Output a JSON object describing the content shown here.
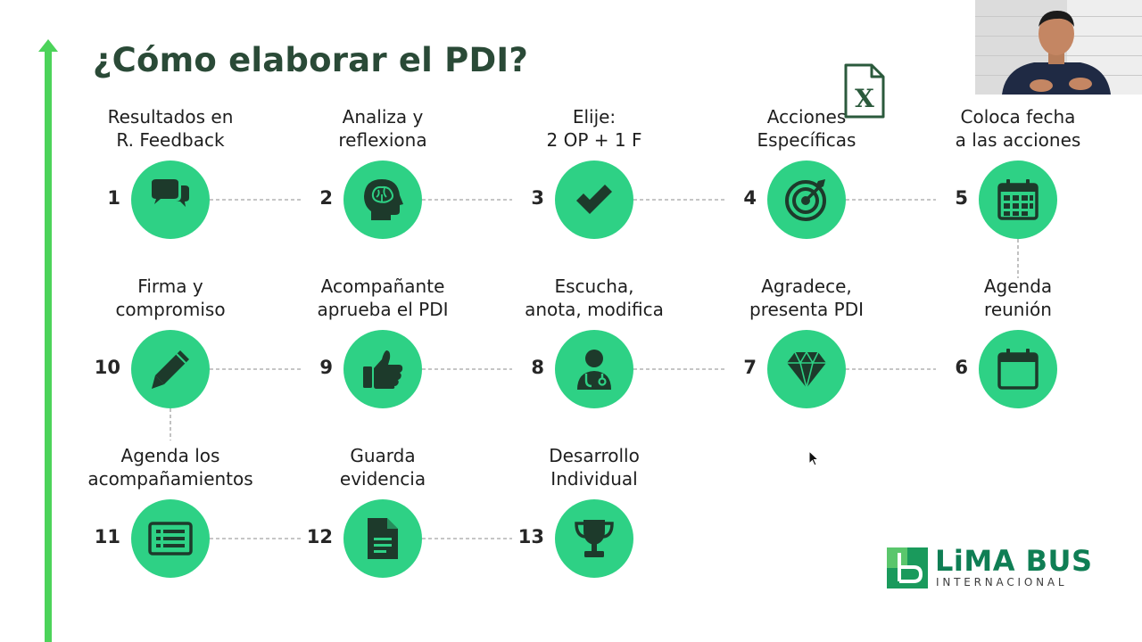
{
  "title": "¿Cómo elaborar el PDI?",
  "colors": {
    "accent_line": "#4cd35a",
    "circle": "#2ed185",
    "icon": "#1d3a2b",
    "title": "#2a4a37",
    "brand": "#0f7e54"
  },
  "steps": [
    {
      "number": "1",
      "label": [
        "Resultados en",
        "R. Feedback"
      ],
      "icon": "speech-bubbles-icon"
    },
    {
      "number": "2",
      "label": [
        "Analiza y",
        "reflexiona"
      ],
      "icon": "brain-head-icon"
    },
    {
      "number": "3",
      "label": [
        "Elije:",
        "2 OP + 1 F"
      ],
      "icon": "checkmark-icon"
    },
    {
      "number": "4",
      "label": [
        "Acciones",
        "Específicas"
      ],
      "icon": "target-icon"
    },
    {
      "number": "5",
      "label": [
        "Coloca fecha",
        "a las acciones"
      ],
      "icon": "calendar-grid-icon"
    },
    {
      "number": "6",
      "label": [
        "Agenda",
        "reunión"
      ],
      "icon": "calendar-icon"
    },
    {
      "number": "7",
      "label": [
        "Agradece,",
        "presenta PDI"
      ],
      "icon": "diamond-icon"
    },
    {
      "number": "8",
      "label": [
        "Escucha,",
        "anota, modifica"
      ],
      "icon": "doctor-icon"
    },
    {
      "number": "9",
      "label": [
        "Acompañante",
        "aprueba el PDI"
      ],
      "icon": "thumbs-up-icon"
    },
    {
      "number": "10",
      "label": [
        "Firma y",
        "compromiso"
      ],
      "icon": "pencil-icon"
    },
    {
      "number": "11",
      "label": [
        "Agenda los",
        "acompañamientos"
      ],
      "icon": "list-card-icon"
    },
    {
      "number": "12",
      "label": [
        "Guarda",
        "evidencia"
      ],
      "icon": "document-icon"
    },
    {
      "number": "13",
      "label": [
        "Desarrollo",
        "Individual"
      ],
      "icon": "trophy-icon"
    }
  ],
  "logo": {
    "name": "LiMA BUS",
    "sub": "INTERNACIONAL"
  }
}
